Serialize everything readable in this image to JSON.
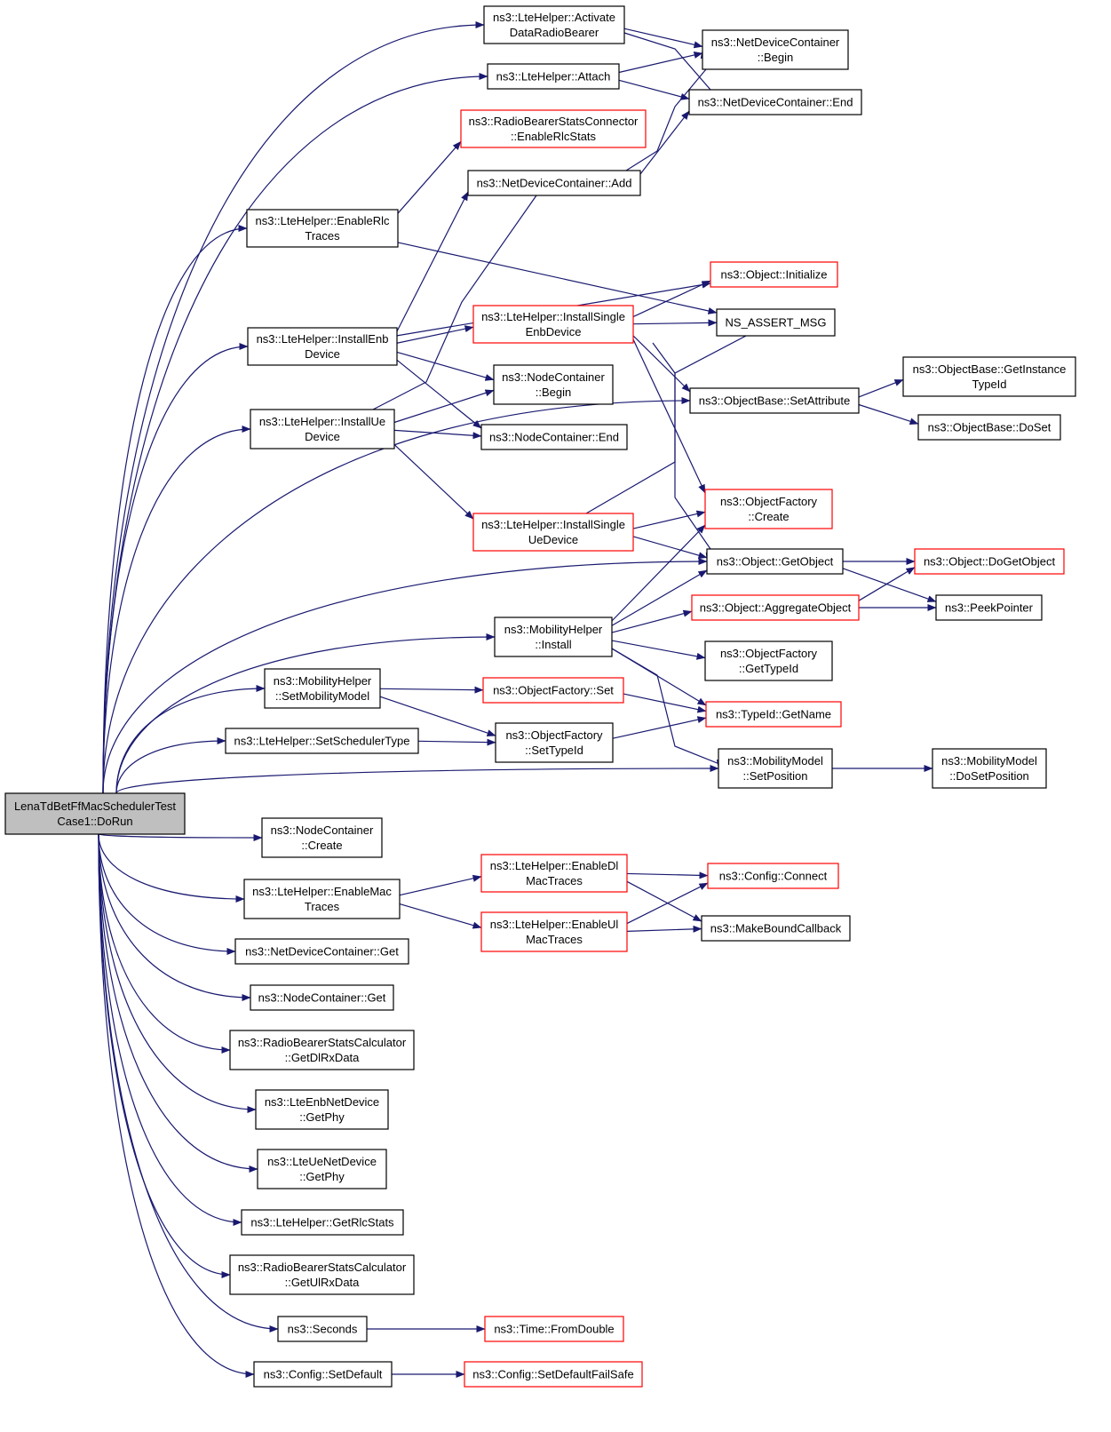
{
  "colors": {
    "edge": "#191970",
    "node_border": "#000000",
    "node_border_truncated": "#ff0000",
    "root_fill": "#bfbfbf",
    "node_fill": "#ffffff",
    "background": "#ffffff"
  },
  "nodes": [
    {
      "id": "root",
      "lines": [
        "LenaTdBetFfMacSchedulerTest",
        "Case1::DoRun"
      ],
      "style": "root"
    },
    {
      "id": "activate",
      "lines": [
        "ns3::LteHelper::Activate",
        "DataRadioBearer"
      ],
      "style": "normal"
    },
    {
      "id": "attach",
      "lines": [
        "ns3::LteHelper::Attach"
      ],
      "style": "normal"
    },
    {
      "id": "enablerlcstats",
      "lines": [
        "ns3::RadioBearerStatsConnector",
        "::EnableRlcStats"
      ],
      "style": "truncated"
    },
    {
      "id": "ndc_add",
      "lines": [
        "ns3::NetDeviceContainer::Add"
      ],
      "style": "normal"
    },
    {
      "id": "enablerlctraces",
      "lines": [
        "ns3::LteHelper::EnableRlc",
        "Traces"
      ],
      "style": "normal"
    },
    {
      "id": "ndc_begin",
      "lines": [
        "ns3::NetDeviceContainer",
        "::Begin"
      ],
      "style": "normal"
    },
    {
      "id": "ndc_end",
      "lines": [
        "ns3::NetDeviceContainer::End"
      ],
      "style": "normal"
    },
    {
      "id": "obj_init",
      "lines": [
        "ns3::Object::Initialize"
      ],
      "style": "truncated"
    },
    {
      "id": "assert",
      "lines": [
        "NS_ASSERT_MSG"
      ],
      "style": "normal"
    },
    {
      "id": "installenb",
      "lines": [
        "ns3::LteHelper::InstallEnb",
        "Device"
      ],
      "style": "normal"
    },
    {
      "id": "installsingleenb",
      "lines": [
        "ns3::LteHelper::InstallSingle",
        "EnbDevice"
      ],
      "style": "truncated"
    },
    {
      "id": "nc_begin",
      "lines": [
        "ns3::NodeContainer",
        "::Begin"
      ],
      "style": "normal"
    },
    {
      "id": "nc_end",
      "lines": [
        "ns3::NodeContainer::End"
      ],
      "style": "normal"
    },
    {
      "id": "installue",
      "lines": [
        "ns3::LteHelper::InstallUe",
        "Device"
      ],
      "style": "normal"
    },
    {
      "id": "setattribute",
      "lines": [
        "ns3::ObjectBase::SetAttribute"
      ],
      "style": "normal"
    },
    {
      "id": "getinstancetypeid",
      "lines": [
        "ns3::ObjectBase::GetInstance",
        "TypeId"
      ],
      "style": "normal"
    },
    {
      "id": "doset",
      "lines": [
        "ns3::ObjectBase::DoSet"
      ],
      "style": "normal"
    },
    {
      "id": "of_create",
      "lines": [
        "ns3::ObjectFactory",
        "::Create"
      ],
      "style": "truncated"
    },
    {
      "id": "installsingleue",
      "lines": [
        "ns3::LteHelper::InstallSingle",
        "UeDevice"
      ],
      "style": "truncated"
    },
    {
      "id": "getobject",
      "lines": [
        "ns3::Object::GetObject"
      ],
      "style": "normal"
    },
    {
      "id": "dogetobject",
      "lines": [
        "ns3::Object::DoGetObject"
      ],
      "style": "truncated"
    },
    {
      "id": "aggregate",
      "lines": [
        "ns3::Object::AggregateObject"
      ],
      "style": "truncated"
    },
    {
      "id": "peekpointer",
      "lines": [
        "ns3::PeekPointer"
      ],
      "style": "normal"
    },
    {
      "id": "mh_install",
      "lines": [
        "ns3::MobilityHelper",
        "::Install"
      ],
      "style": "normal"
    },
    {
      "id": "of_gettypeid",
      "lines": [
        "ns3::ObjectFactory",
        "::GetTypeId"
      ],
      "style": "normal"
    },
    {
      "id": "setmobility",
      "lines": [
        "ns3::MobilityHelper",
        "::SetMobilityModel"
      ],
      "style": "normal"
    },
    {
      "id": "of_set",
      "lines": [
        "ns3::ObjectFactory::Set"
      ],
      "style": "truncated"
    },
    {
      "id": "typeid_getname",
      "lines": [
        "ns3::TypeId::GetName"
      ],
      "style": "truncated"
    },
    {
      "id": "setscheduler",
      "lines": [
        "ns3::LteHelper::SetSchedulerType"
      ],
      "style": "normal"
    },
    {
      "id": "of_settypeid",
      "lines": [
        "ns3::ObjectFactory",
        "::SetTypeId"
      ],
      "style": "normal"
    },
    {
      "id": "mm_setposition",
      "lines": [
        "ns3::MobilityModel",
        "::SetPosition"
      ],
      "style": "normal"
    },
    {
      "id": "mm_dosetposition",
      "lines": [
        "ns3::MobilityModel",
        "::DoSetPosition"
      ],
      "style": "normal"
    },
    {
      "id": "nc_create",
      "lines": [
        "ns3::NodeContainer",
        "::Create"
      ],
      "style": "normal"
    },
    {
      "id": "enablemac",
      "lines": [
        "ns3::LteHelper::EnableMac",
        "Traces"
      ],
      "style": "normal"
    },
    {
      "id": "enabledl",
      "lines": [
        "ns3::LteHelper::EnableDl",
        "MacTraces"
      ],
      "style": "truncated"
    },
    {
      "id": "config_connect",
      "lines": [
        "ns3::Config::Connect"
      ],
      "style": "truncated"
    },
    {
      "id": "enableul",
      "lines": [
        "ns3::LteHelper::EnableUl",
        "MacTraces"
      ],
      "style": "truncated"
    },
    {
      "id": "makebound",
      "lines": [
        "ns3::MakeBoundCallback"
      ],
      "style": "normal"
    },
    {
      "id": "ndc_get",
      "lines": [
        "ns3::NetDeviceContainer::Get"
      ],
      "style": "normal"
    },
    {
      "id": "nc_get",
      "lines": [
        "ns3::NodeContainer::Get"
      ],
      "style": "normal"
    },
    {
      "id": "getdlrx",
      "lines": [
        "ns3::RadioBearerStatsCalculator",
        "::GetDlRxData"
      ],
      "style": "normal"
    },
    {
      "id": "enb_getphy",
      "lines": [
        "ns3::LteEnbNetDevice",
        "::GetPhy"
      ],
      "style": "normal"
    },
    {
      "id": "ue_getphy",
      "lines": [
        "ns3::LteUeNetDevice",
        "::GetPhy"
      ],
      "style": "normal"
    },
    {
      "id": "getrlcstats",
      "lines": [
        "ns3::LteHelper::GetRlcStats"
      ],
      "style": "normal"
    },
    {
      "id": "getulrx",
      "lines": [
        "ns3::RadioBearerStatsCalculator",
        "::GetUlRxData"
      ],
      "style": "normal"
    },
    {
      "id": "seconds",
      "lines": [
        "ns3::Seconds"
      ],
      "style": "normal"
    },
    {
      "id": "fromdouble",
      "lines": [
        "ns3::Time::FromDouble"
      ],
      "style": "truncated"
    },
    {
      "id": "setdefault",
      "lines": [
        "ns3::Config::SetDefault"
      ],
      "style": "normal"
    },
    {
      "id": "setdefaultfailsafe",
      "lines": [
        "ns3::Config::SetDefaultFailSafe"
      ],
      "style": "truncated"
    }
  ],
  "edges": [
    [
      "root",
      "activate"
    ],
    [
      "root",
      "attach"
    ],
    [
      "root",
      "enablerlctraces"
    ],
    [
      "root",
      "installenb"
    ],
    [
      "root",
      "installue"
    ],
    [
      "root",
      "setattribute"
    ],
    [
      "root",
      "getobject"
    ],
    [
      "root",
      "mh_install"
    ],
    [
      "root",
      "setmobility"
    ],
    [
      "root",
      "setscheduler"
    ],
    [
      "root",
      "mm_setposition"
    ],
    [
      "root",
      "nc_create"
    ],
    [
      "root",
      "enablemac"
    ],
    [
      "root",
      "ndc_get"
    ],
    [
      "root",
      "nc_get"
    ],
    [
      "root",
      "getdlrx"
    ],
    [
      "root",
      "enb_getphy"
    ],
    [
      "root",
      "ue_getphy"
    ],
    [
      "root",
      "getrlcstats"
    ],
    [
      "root",
      "getulrx"
    ],
    [
      "root",
      "seconds"
    ],
    [
      "root",
      "setdefault"
    ],
    [
      "activate",
      "ndc_begin"
    ],
    [
      "activate",
      "ndc_end"
    ],
    [
      "attach",
      "ndc_begin"
    ],
    [
      "attach",
      "ndc_end"
    ],
    [
      "ndc_add",
      "ndc_begin"
    ],
    [
      "ndc_add",
      "ndc_end"
    ],
    [
      "enablerlctraces",
      "enablerlcstats"
    ],
    [
      "enablerlctraces",
      "assert"
    ],
    [
      "installenb",
      "ndc_add"
    ],
    [
      "installenb",
      "obj_init"
    ],
    [
      "installenb",
      "installsingleenb"
    ],
    [
      "installenb",
      "nc_begin"
    ],
    [
      "installenb",
      "nc_end"
    ],
    [
      "installue",
      "ndc_add"
    ],
    [
      "installue",
      "nc_begin"
    ],
    [
      "installue",
      "nc_end"
    ],
    [
      "installue",
      "installsingleue"
    ],
    [
      "installsingleenb",
      "obj_init"
    ],
    [
      "installsingleenb",
      "assert"
    ],
    [
      "installsingleenb",
      "setattribute"
    ],
    [
      "installsingleenb",
      "of_create"
    ],
    [
      "installsingleenb",
      "getobject"
    ],
    [
      "installsingleue",
      "assert"
    ],
    [
      "installsingleue",
      "of_create"
    ],
    [
      "installsingleue",
      "getobject"
    ],
    [
      "setattribute",
      "getinstancetypeid"
    ],
    [
      "setattribute",
      "doset"
    ],
    [
      "getobject",
      "dogetobject"
    ],
    [
      "getobject",
      "peekpointer"
    ],
    [
      "aggregate",
      "dogetobject"
    ],
    [
      "aggregate",
      "peekpointer"
    ],
    [
      "mh_install",
      "of_create"
    ],
    [
      "mh_install",
      "getobject"
    ],
    [
      "mh_install",
      "aggregate"
    ],
    [
      "mh_install",
      "of_gettypeid"
    ],
    [
      "mh_install",
      "typeid_getname"
    ],
    [
      "mh_install",
      "mm_setposition"
    ],
    [
      "setmobility",
      "of_set"
    ],
    [
      "setmobility",
      "of_settypeid"
    ],
    [
      "of_set",
      "typeid_getname"
    ],
    [
      "setscheduler",
      "of_settypeid"
    ],
    [
      "of_settypeid",
      "typeid_getname"
    ],
    [
      "mm_setposition",
      "mm_dosetposition"
    ],
    [
      "enablemac",
      "enabledl"
    ],
    [
      "enablemac",
      "enableul"
    ],
    [
      "enabledl",
      "config_connect"
    ],
    [
      "enabledl",
      "makebound"
    ],
    [
      "enableul",
      "config_connect"
    ],
    [
      "enableul",
      "makebound"
    ],
    [
      "seconds",
      "fromdouble"
    ],
    [
      "setdefault",
      "setdefaultfailsafe"
    ]
  ]
}
